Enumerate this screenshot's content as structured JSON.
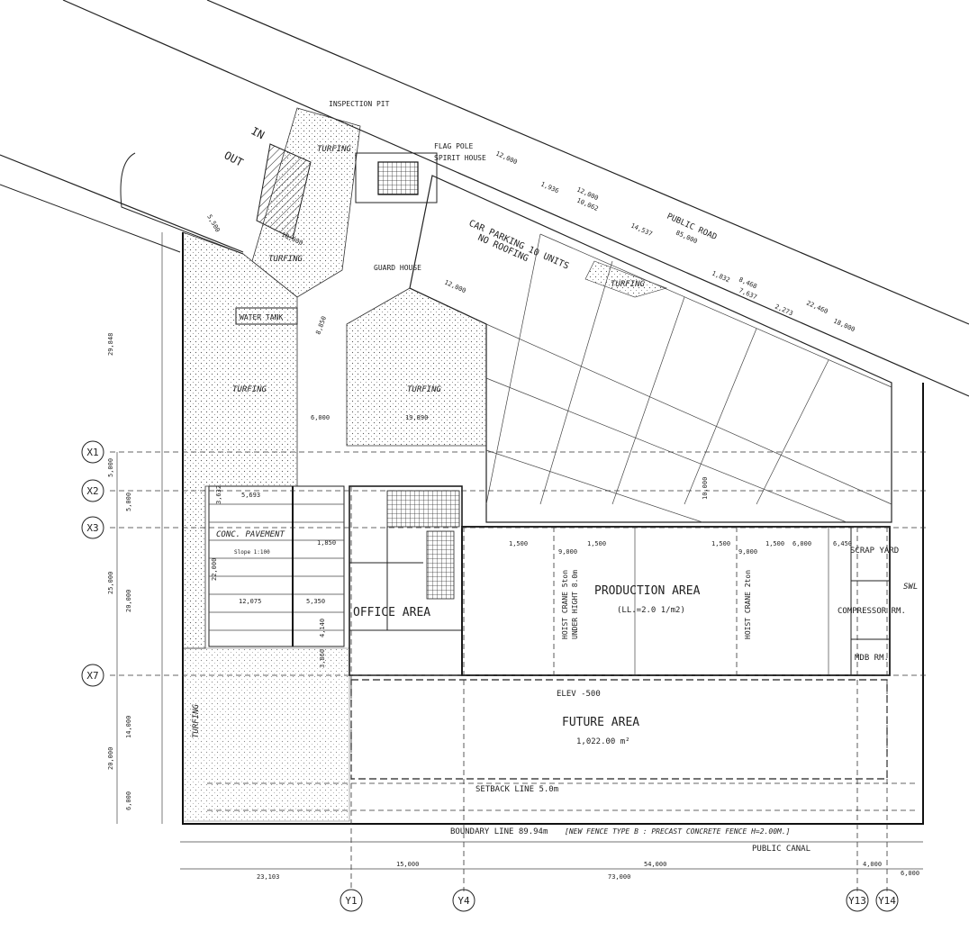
{
  "labels": {
    "inspection_pit": "INSPECTION PIT",
    "flag_pole": "FLAG POLE",
    "spirit_house": "SPIRIT HOUSE",
    "guard_house": "GUARD HOUSE",
    "water_tank": "WATER TANK",
    "in": "IN",
    "out": "OUT",
    "public_road": "PUBLIC ROAD",
    "car_parking": "CAR PARKING 10 UNITS",
    "no_roofing": "NO ROOFING",
    "turfing": "TURFING",
    "conc_pavement": "CONC. PAVEMENT",
    "office_area": "OFFICE AREA",
    "production_area": "PRODUCTION AREA",
    "live_load": "(LL.=2.0 1/m2)",
    "hoist_crane_5": "HOIST CRANE 5ton",
    "under_height": "UNDER HIGHT 8.0m",
    "hoist_crane_2": "HOIST CRANE 2ton",
    "scrap_yard": "SCRAP YARD",
    "compressor_rm": "COMPRESSOR RM.",
    "mdb_rm": "MDB RM.",
    "swl": "SWL",
    "elev": "ELEV -500",
    "future_area": "FUTURE AREA",
    "future_area_size": "1,022.00 m²",
    "setback_line": "SETBACK LINE 5.0m",
    "boundary_line": "BOUNDARY LINE 89.94m",
    "fence_note": "[NEW FENCE TYPE B : PRECAST CONCRETE FENCE H=2.00M.]",
    "public_canal": "PUBLIC CANAL",
    "slope_label": "Slope 1:100"
  },
  "grid": {
    "rows": [
      "X1",
      "X2",
      "X3",
      "X7"
    ],
    "cols": [
      "Y1",
      "Y4",
      "Y13",
      "Y14"
    ]
  },
  "dims": {
    "d12000a": "12,000",
    "d12000b": "12,000",
    "d10062": "10,062",
    "d1936": "1,936",
    "d85000": "85,000",
    "d14537": "14,537",
    "d1832": "1,832",
    "d8468": "8,468",
    "d7637": "7,637",
    "d22460": "22,460",
    "d2273": "2,273",
    "d18000": "18,000",
    "d12000c": "12,000",
    "d5500": "5,500",
    "d10000": "10,000",
    "d6000": "6,000",
    "d19890": "19,890",
    "d8850": "8,850",
    "d29848": "29,848",
    "d5000a": "5,000",
    "d5000b": "5,000",
    "d25000": "25,000",
    "d20000a": "20,000",
    "d20000b": "20,000",
    "d14000": "14,000",
    "d6000v": "6,000",
    "d5693": "5,693",
    "d3632": "3,632",
    "d1850": "1,850",
    "d22000": "22,000",
    "d12075": "12,075",
    "d5350": "5,350",
    "d4140": "4,140",
    "d3860": "3,860",
    "d1500a": "1,500",
    "d9000a": "9,000",
    "d1500b": "1,500",
    "d1500c": "1,500",
    "d9000b": "9,000",
    "d1500d": "1,500",
    "d6000b": "6,000",
    "d6450": "6,450",
    "d10000b": "10,000",
    "d23103": "23,103",
    "d15000": "15,000",
    "d54000": "54,000",
    "d73000": "73,000",
    "d4000": "4,000",
    "d6000c": "6,000"
  }
}
